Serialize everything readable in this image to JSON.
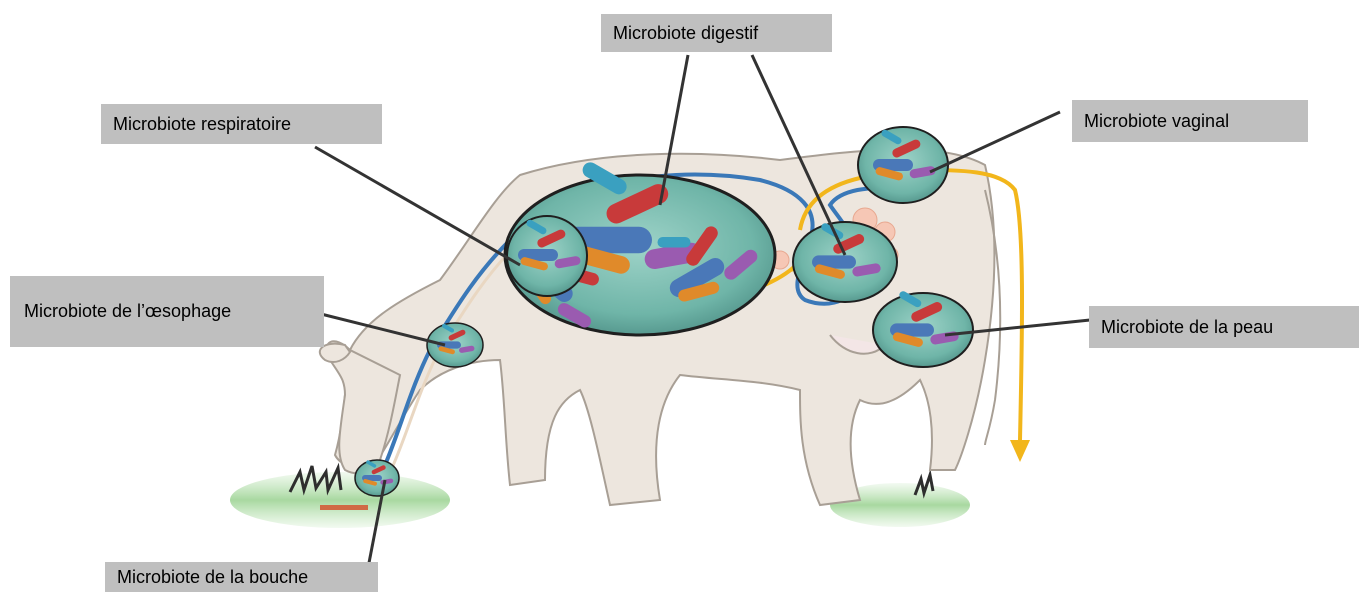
{
  "labels": {
    "digestif": "Microbiote digestif",
    "respiratoire": "Microbiote respiratoire",
    "vaginal": "Microbiote vaginal",
    "oesophage": "Microbiote de l’œsophage",
    "peau": "Microbiote de la peau",
    "bouche": "Microbiote de la bouche"
  },
  "colors": {
    "label_bg": "#bfbfbf",
    "cow_body": "#ede6de",
    "cow_outline": "#a89f95",
    "tract_blue": "#3a78b8",
    "flow_yellow": "#f2b61b",
    "grass": "#a8d8a0",
    "microbe_bg": "#6fb5a8"
  },
  "icons": {
    "cow": "cow-illustration",
    "microbe": "bacteria-cluster-icon"
  }
}
